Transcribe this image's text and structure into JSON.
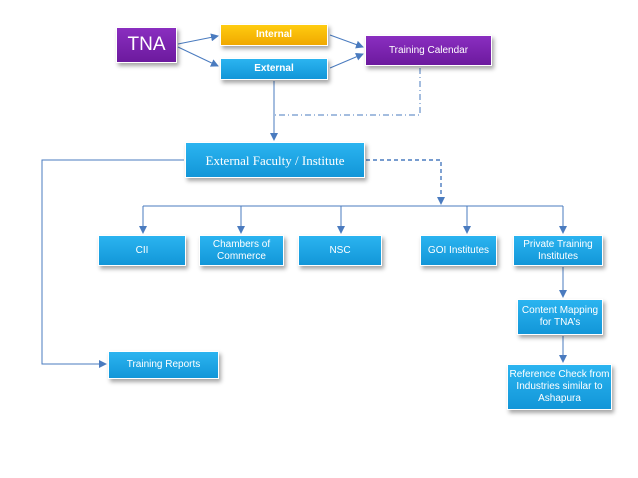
{
  "diagram": {
    "colors": {
      "box_fill": "#1a9fe0",
      "box_purple": "#7a22ad",
      "box_gold": "#f5b800",
      "line": "#4a7bbf",
      "text": "#ffffff"
    },
    "nodes": {
      "tna": {
        "label": "TNA",
        "color": "purple"
      },
      "internal": {
        "label": "Internal",
        "color": "gold"
      },
      "external": {
        "label": "External",
        "color": "blue"
      },
      "calendar": {
        "label": "Training Calendar",
        "color": "purple"
      },
      "faculty": {
        "label": "External Faculty / Institute",
        "color": "blue"
      },
      "cii": {
        "label": "CII",
        "color": "blue"
      },
      "chambers": {
        "label": "Chambers of Commerce",
        "color": "blue"
      },
      "nsc": {
        "label": "NSC",
        "color": "blue"
      },
      "goi": {
        "label": "GOI Institutes",
        "color": "blue"
      },
      "private": {
        "label": "Private Training Institutes",
        "color": "blue"
      },
      "content": {
        "label": "Content Mapping for TNA’s",
        "color": "blue"
      },
      "reports": {
        "label": "Training Reports",
        "color": "blue"
      },
      "reference": {
        "label": "Reference Check from Industries similar to Ashapura",
        "color": "blue"
      }
    },
    "edges": [
      {
        "from": "tna",
        "to": "internal",
        "style": "solid"
      },
      {
        "from": "tna",
        "to": "external",
        "style": "solid"
      },
      {
        "from": "internal",
        "to": "calendar",
        "style": "solid"
      },
      {
        "from": "external",
        "to": "calendar",
        "style": "solid"
      },
      {
        "from": "calendar",
        "to": "faculty",
        "style": "dash-dot"
      },
      {
        "from": "external",
        "to": "faculty",
        "style": "solid"
      },
      {
        "from": "faculty",
        "to": "goi",
        "style": "dashed"
      },
      {
        "from": "faculty",
        "to": "cii",
        "style": "solid"
      },
      {
        "from": "faculty",
        "to": "chambers",
        "style": "solid"
      },
      {
        "from": "faculty",
        "to": "nsc",
        "style": "solid"
      },
      {
        "from": "faculty",
        "to": "goi",
        "style": "solid"
      },
      {
        "from": "faculty",
        "to": "private",
        "style": "solid"
      },
      {
        "from": "faculty",
        "to": "reports",
        "style": "solid"
      },
      {
        "from": "private",
        "to": "content",
        "style": "solid"
      },
      {
        "from": "content",
        "to": "reference",
        "style": "solid"
      }
    ]
  }
}
